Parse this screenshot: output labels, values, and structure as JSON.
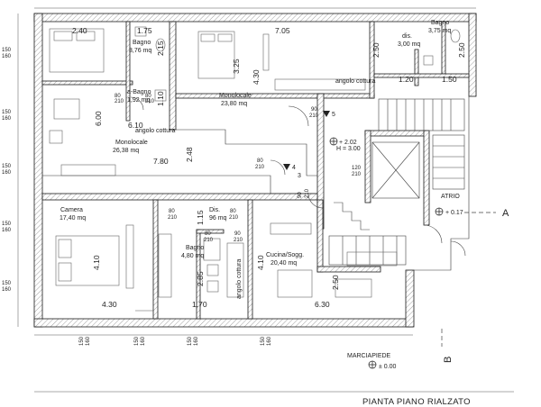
{
  "caption": "PIANTA PIANO RIALZATO",
  "rooms": {
    "bagno_tl": [
      "Bagno",
      "3,76 mq"
    ],
    "abagno": [
      "a-Bagno",
      "1,92 mq"
    ],
    "mono_left": [
      "Monolocale",
      "26,38 mq"
    ],
    "angolo_left": "angolo cottura",
    "mono_center": [
      "Monolocale",
      "23,80 mq"
    ],
    "dis_tr": [
      "dis.",
      "3,00 mq"
    ],
    "bagno_tr": [
      "Bagno",
      "3,75 mq"
    ],
    "angolo_tr": "angolo cottura",
    "camera": [
      "Camera",
      "17,40 mq"
    ],
    "dis_mid": [
      "Dis.",
      "96 mq"
    ],
    "bagno_mid": [
      "Bagno",
      "4,80 mq"
    ],
    "angolo_mid": "angolo cottura",
    "cucina": [
      "Cucina/Sogg.",
      "20,40 mq"
    ],
    "atrio": "ATRIO",
    "marciapiede": "MARCIAPIEDE"
  },
  "dimensions": {
    "top_240": "2.40",
    "top_175": "1.75",
    "top_705": "7.05",
    "v_600": "6.00",
    "v_325": "3.25",
    "v_430a": "4.30",
    "v_250a": "2.50",
    "v_250b": "2.50",
    "v_215": "2.15",
    "v_110": "1.10",
    "h_610": "6.10",
    "h_780": "7.80",
    "v_248": "2.48",
    "h_120": "1.20",
    "h_150": "1.50",
    "v_410a": "4.10",
    "v_115": "1.15",
    "v_285": "2.85",
    "v_410b": "4.10",
    "v_250c": "2.50",
    "h_430": "4.30",
    "h_170": "1.70",
    "h_630": "6.30"
  },
  "levels": {
    "top": "+ 2.02",
    "h": "H = 3.00",
    "atrio": "+ 0.17",
    "street": "± 0.00"
  },
  "doors": {
    "d1": [
      "80",
      "210"
    ],
    "d2": [
      "80",
      "210"
    ],
    "d3": [
      "90",
      "210"
    ],
    "d4": [
      "90",
      "210"
    ],
    "d5": [
      "120",
      "210"
    ],
    "d6": [
      "80",
      "210"
    ],
    "d7": [
      "80",
      "210"
    ],
    "d8": [
      "80",
      "210"
    ],
    "d9": [
      "80",
      "210"
    ],
    "d10": [
      "90",
      "210"
    ]
  },
  "door_marks": {
    "m3": "3",
    "m4": "4",
    "m5": "5"
  },
  "edge_dims": {
    "a": "150",
    "b": "160"
  },
  "section_labels": {
    "A": "A",
    "B": "B"
  }
}
